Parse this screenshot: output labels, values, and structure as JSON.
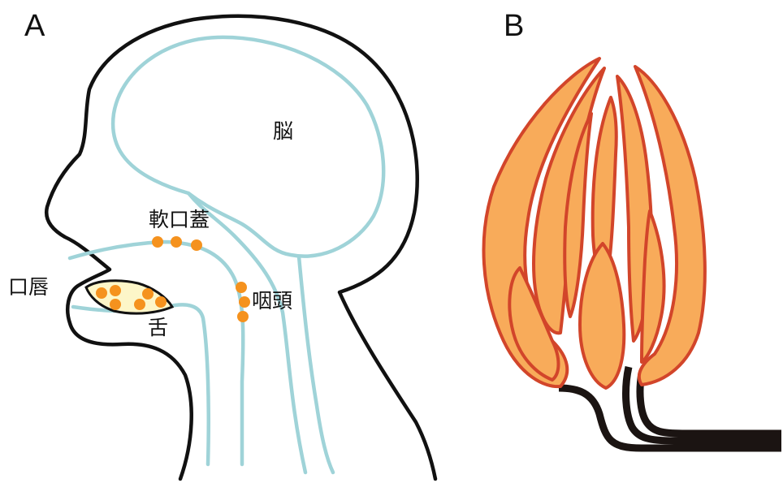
{
  "panel_a": {
    "letter": "A",
    "labels": {
      "brain": "脳",
      "soft_palate": "軟口蓋",
      "lips": "口唇",
      "pharynx": "咽頭",
      "tongue": "舌"
    }
  },
  "panel_b": {
    "letter": "B"
  },
  "colors": {
    "outline": "#111111",
    "tract": "#9fd3d8",
    "taste_bud_dot": "#f5921e",
    "tongue_fill": "#fdf6c8",
    "cell_fill": "#f8ab5a",
    "cell_stroke": "#d2452a",
    "nerve": "#1b1412"
  }
}
